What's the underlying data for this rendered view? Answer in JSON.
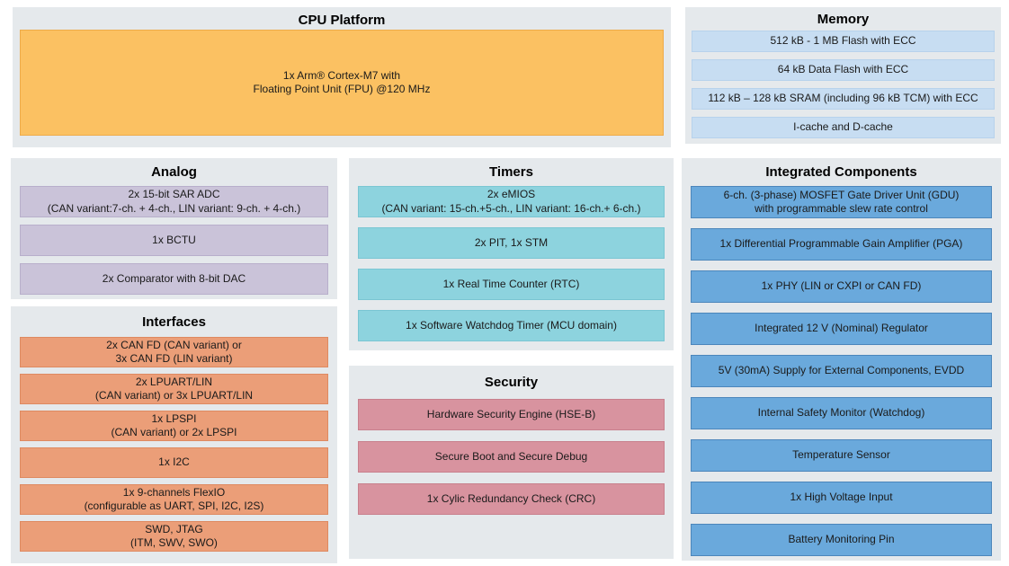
{
  "colors": {
    "page_bg": "#ffffff",
    "panel_bg": "#e5e9ec",
    "text": "#1a1a1a",
    "title": "#000000",
    "cpu_fill": "#fbc162",
    "cpu_border": "#eeab49",
    "memory_fill": "#c7ddf2",
    "memory_border": "#b7d2ec",
    "analog_fill": "#cac3d9",
    "analog_border": "#b8afcb",
    "interfaces_fill": "#eb9e78",
    "interfaces_border": "#de8a61",
    "timers_fill": "#8dd3de",
    "timers_border": "#7ac6d3",
    "security_fill": "#d8939f",
    "security_border": "#c8808d",
    "integrated_fill": "#6aa9dc",
    "integrated_border": "#4c86bb"
  },
  "sections": {
    "cpu_platform": {
      "title": "CPU Platform",
      "blocks": [
        [
          "1x Arm® Cortex-M7 with",
          "Floating Point Unit (FPU) @120 MHz"
        ]
      ]
    },
    "memory": {
      "title": "Memory",
      "blocks": [
        [
          "512 kB - 1 MB Flash with ECC"
        ],
        [
          "64 kB Data Flash with ECC"
        ],
        [
          "112 kB – 128 kB SRAM (including 96 kB TCM) with ECC"
        ],
        [
          "I-cache and D-cache"
        ]
      ]
    },
    "analog": {
      "title": "Analog",
      "blocks": [
        [
          "2x 15-bit SAR ADC",
          "(CAN variant:7-ch. + 4-ch., LIN variant: 9-ch. + 4-ch.)"
        ],
        [
          "1x BCTU"
        ],
        [
          "2x Comparator with 8-bit DAC"
        ]
      ]
    },
    "interfaces": {
      "title": "Interfaces",
      "blocks": [
        [
          "2x CAN FD (CAN variant) or",
          "3x CAN FD (LIN variant)"
        ],
        [
          "2x LPUART/LIN",
          "(CAN variant) or 3x LPUART/LIN"
        ],
        [
          "1x LPSPI",
          "(CAN variant) or 2x LPSPI"
        ],
        [
          "1x I2C"
        ],
        [
          "1x 9-channels FlexIO",
          "(configurable as UART, SPI, I2C, I2S)"
        ],
        [
          "SWD, JTAG",
          "(ITM, SWV, SWO)"
        ]
      ]
    },
    "timers": {
      "title": "Timers",
      "blocks": [
        [
          "2x eMIOS",
          "(CAN variant: 15-ch.+5-ch., LIN variant: 16-ch.+ 6-ch.)"
        ],
        [
          "2x PIT, 1x STM"
        ],
        [
          "1x Real Time Counter (RTC)"
        ],
        [
          "1x Software Watchdog Timer (MCU domain)"
        ]
      ]
    },
    "security": {
      "title": "Security",
      "blocks": [
        [
          "Hardware Security Engine (HSE-B)"
        ],
        [
          "Secure Boot and Secure Debug"
        ],
        [
          "1x Cylic Redundancy Check (CRC)"
        ]
      ]
    },
    "integrated_components": {
      "title": "Integrated Components",
      "blocks": [
        [
          "6-ch. (3-phase) MOSFET Gate Driver Unit (GDU)",
          "with programmable slew rate control"
        ],
        [
          "1x Differential Programmable Gain Amplifier (PGA)"
        ],
        [
          "1x PHY (LIN or CXPI or CAN FD)"
        ],
        [
          "Integrated 12 V (Nominal) Regulator"
        ],
        [
          "5V (30mA) Supply for External Components, EVDD"
        ],
        [
          "Internal Safety Monitor (Watchdog)"
        ],
        [
          "Temperature Sensor"
        ],
        [
          "1x High Voltage Input"
        ],
        [
          "Battery Monitoring Pin"
        ]
      ]
    }
  }
}
